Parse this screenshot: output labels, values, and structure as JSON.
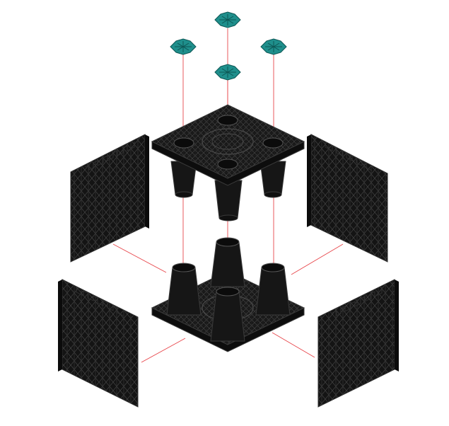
{
  "diagram": {
    "kind": "exploded-assembly",
    "colors": {
      "background": "#ffffff",
      "plastic": "#161616",
      "plastic_edge": "#3a3a3a",
      "grid_line": "#4a4a4a",
      "connector": "#1f8f8c",
      "connector_edge": "#0d5755",
      "guide_line": "#e8474c"
    },
    "components": [
      {
        "name": "connector-clip",
        "count": 4
      },
      {
        "name": "top-plate-with-legs",
        "count": 1
      },
      {
        "name": "base-plate-with-legs",
        "count": 1
      },
      {
        "name": "side-panel",
        "count": 4
      }
    ]
  }
}
